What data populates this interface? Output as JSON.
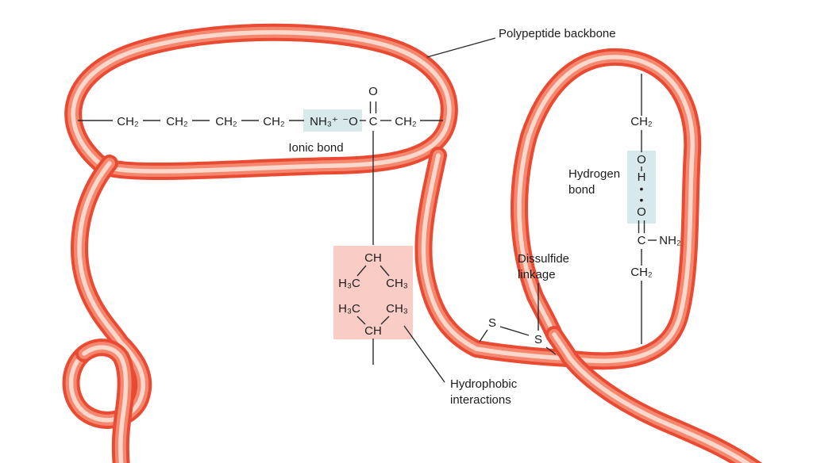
{
  "labels": {
    "polypeptide_backbone": "Polypeptide backbone",
    "ionic_bond": "Ionic bond",
    "hydrogen_bond": [
      "Hydrogen",
      "bond"
    ],
    "disulfide": [
      "Dissulfide",
      "linkage"
    ],
    "hydrophobic": [
      "Hydrophobic",
      "interactions"
    ]
  },
  "ionic_chain": {
    "backbone_groups": [
      "CH₂",
      "CH₂",
      "CH₂",
      "CH₂"
    ],
    "cation": "NH₃⁺",
    "anion": "⁻O",
    "carbonyl_carbon": "C",
    "carbonyl_oxygen": "O",
    "terminal_group": "CH₂"
  },
  "hydrophobic_group": {
    "top_carbon": "CH",
    "upper_left": "H₃C",
    "upper_right": "CH₃",
    "lower_left": "H₃C",
    "lower_right": "CH₃",
    "bottom_carbon": "CH"
  },
  "hydrogen_bond_group": {
    "top_group": "CH₂",
    "donor_oxygen": "O",
    "donor_hydrogen": "H",
    "dot_upper": "•",
    "dot_lower": "•",
    "acceptor_oxygen": "O",
    "carbonyl_carbon": "C",
    "amide_group": "NH₂",
    "bottom_group": "CH₂"
  },
  "disulfide_group": {
    "sulfur_left": "S",
    "sulfur_right": "S"
  },
  "colors": {
    "tube_outer": "#e94a32",
    "tube_mid": "#f5876f",
    "tube_core": "#fcd8cc",
    "highlight_blue": "#d8e9ec",
    "highlight_pink": "#f9cdc5",
    "bond_line": "#2b2b2b",
    "text": "#1c1c1c"
  }
}
